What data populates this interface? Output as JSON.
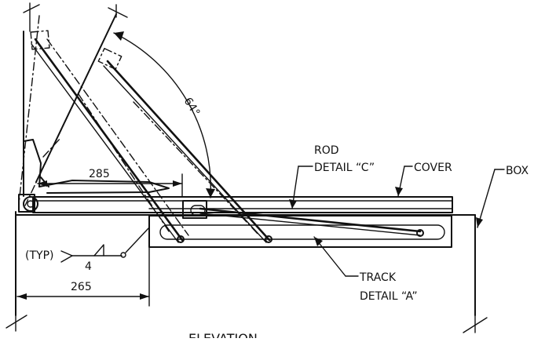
{
  "labels": {
    "rod_detail_1": "ROD",
    "rod_detail_2": "DETAIL “C”",
    "cover": "COVER",
    "box": "BOX",
    "track_1": "TRACK",
    "track_2": "DETAIL “A”",
    "typ": "(TYP)",
    "weld_size": "4",
    "view_title": "ELEVATION"
  },
  "dimensions": {
    "angle": "64°",
    "cover_offset": "285",
    "box_offset": "265"
  }
}
